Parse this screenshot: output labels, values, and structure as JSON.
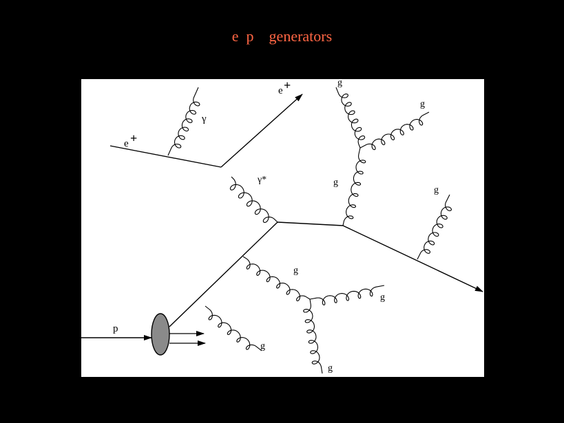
{
  "slide": {
    "title": "e  p    generators",
    "title_color": "#ff6644",
    "background": "#000000"
  },
  "diagram": {
    "labels": {
      "positron_in": "e",
      "positron_out": "e",
      "charge_symbol": "+",
      "photon": "γ",
      "virtual_photon": "γ*",
      "proton": "p",
      "gluon": "g"
    },
    "line_color": "#000000",
    "panel_color": "#ffffff"
  }
}
